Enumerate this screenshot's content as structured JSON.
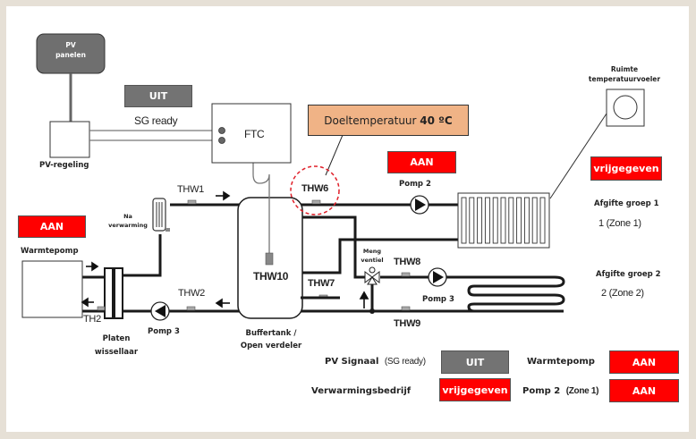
{
  "components": {
    "pv_panels": "PV\npanelen",
    "pv_controller": "PV-regeling",
    "sg_ready_label": "SG ready",
    "ftc": "FTC",
    "target_temp_prefix": "Doeltemperatuur ",
    "target_temp_value": "40 ºC",
    "room_sensor": "Ruimte\ntemperatuurvoeler",
    "afterheater": "Na\nverwarming",
    "heat_pump": "Warmtepomp",
    "plate_exchanger": "Platen\nwissellaar",
    "buffer_tank": "Buffertank /\nOpen verdeler",
    "mixing_valve": "Meng\nventiel",
    "pump2": "Pomp 2",
    "pump3_left": "Pomp 3",
    "pump3_right": "Pomp 3",
    "group1_title": "Afgifte groep 1",
    "group1_zone": "1 (Zone 1)",
    "group2_title": "Afgifte groep 2",
    "group2_zone": "2 (Zone 2)"
  },
  "sensors": {
    "thw1": "THW1",
    "thw2": "THW2",
    "th2": "TH2",
    "thw6": "THW6",
    "thw7": "THW7",
    "thw8": "THW8",
    "thw9": "THW9",
    "thw10": "THW10"
  },
  "states": {
    "sg_ready": "UIT",
    "heat_pump": "AAN",
    "pump2": "AAN",
    "group1": "vrijgegeven"
  },
  "status_panel": {
    "pv_signal_label": "PV Signaal",
    "pv_signal_sub": "(SG ready)",
    "pv_signal_value": "UIT",
    "heating_label": "Verwarmingsbedrijf",
    "heating_value": "vrijgegeven",
    "heat_pump_label": "Warmtepomp",
    "heat_pump_value": "AAN",
    "pump2_label": "Pomp 2",
    "pump2_sub": "(Zone 1)",
    "pump2_value": "AAN"
  },
  "colors": {
    "on": "#ff0000",
    "off": "#737373",
    "target_temp_bg": "#f0b386",
    "highlight_ring": "#e0202a"
  }
}
